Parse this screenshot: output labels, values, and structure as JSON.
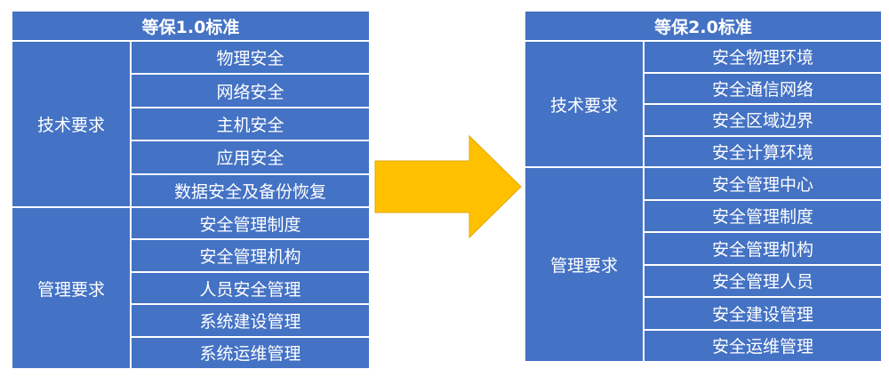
{
  "left": {
    "title": "等保1.0标准",
    "groups": [
      {
        "label": "技术要求",
        "items": [
          "物理安全",
          "网络安全",
          "主机安全",
          "应用安全",
          "数据安全及备份恢复"
        ]
      },
      {
        "label": "管理要求",
        "items": [
          "安全管理制度",
          "安全管理机构",
          "人员安全管理",
          "系统建设管理",
          "系统运维管理"
        ]
      }
    ]
  },
  "right": {
    "title": "等保2.0标准",
    "groups": [
      {
        "label": "技术要求",
        "items": [
          "安全物理环境",
          "安全通信网络",
          "安全区域边界",
          "安全计算环境"
        ]
      },
      {
        "label": "管理要求",
        "items": [
          "安全管理中心",
          "安全管理制度",
          "安全管理机构",
          "安全管理人员",
          "安全建设管理",
          "安全运维管理"
        ]
      }
    ]
  },
  "colors": {
    "cell_fill": "#4472c4",
    "arrow_fill": "#ffc000",
    "line": "#ffffff"
  }
}
